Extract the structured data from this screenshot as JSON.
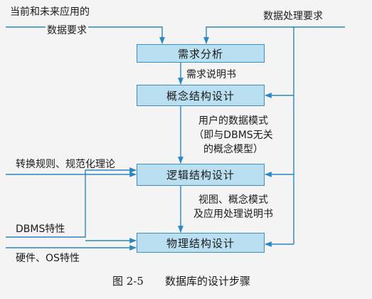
{
  "steps": {
    "requirements_analysis": "需求分析",
    "conceptual_design": "概念结构设计",
    "logical_design": "逻辑结构设计",
    "physical_design": "物理结构设计"
  },
  "inputs": {
    "current_future_apps_line1": "当前和未来应用的",
    "current_future_apps_line2": "数据要求",
    "processing_requirements": "数据处理要求",
    "conversion_rules": "转换规则、规范化理论",
    "dbms_features": "DBMS特性",
    "hardware_os_features": "硬件、OS特性"
  },
  "outputs": {
    "requirements_spec": "需求说明书",
    "user_data_model_line1": "用户的数据模式",
    "user_data_model_line2": "（即与DBMS无关",
    "user_data_model_line3": "的概念模型）",
    "views_line1": "视图、概念模式",
    "views_line2": "及应用处理说明书"
  },
  "caption": {
    "figure_number": "图 2-5",
    "title": "数据库的设计步骤"
  },
  "colors": {
    "box_fill": "#b9dff0",
    "line": "#2a86c5"
  }
}
